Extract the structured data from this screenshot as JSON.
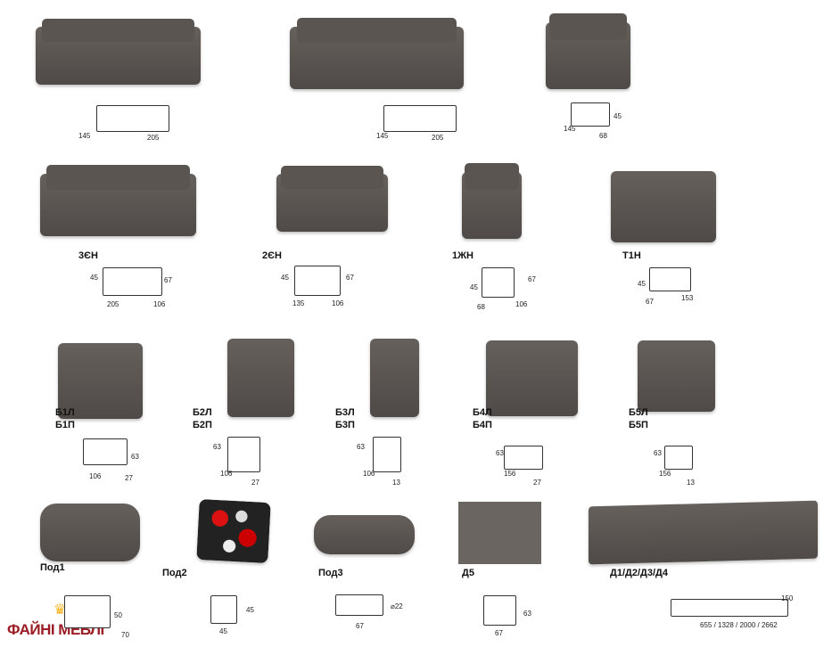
{
  "items": [
    {
      "name": "corner-sofa-1",
      "labels": [],
      "dims": [
        "145",
        "205"
      ]
    },
    {
      "name": "corner-sofa-2",
      "labels": [],
      "dims": [
        "145",
        "205"
      ]
    },
    {
      "name": "armchair",
      "labels": [],
      "dims": [
        "145",
        "68",
        "45"
      ]
    },
    {
      "name": "module-3en",
      "labels": [
        "3ЄН"
      ],
      "dims": [
        "45",
        "67",
        "205",
        "106"
      ]
    },
    {
      "name": "module-2en",
      "labels": [
        "2ЄН"
      ],
      "dims": [
        "45",
        "67",
        "135",
        "106"
      ]
    },
    {
      "name": "module-1zhn",
      "labels": [
        "1ЖН"
      ],
      "dims": [
        "45",
        "67",
        "68",
        "106"
      ]
    },
    {
      "name": "module-t1n",
      "labels": [
        "Т1Н"
      ],
      "dims": [
        "45",
        "67",
        "153"
      ]
    },
    {
      "name": "armrest-b1",
      "labels": [
        "Б1Л",
        "Б1П"
      ],
      "dims": [
        "63",
        "106",
        "27"
      ]
    },
    {
      "name": "armrest-b2",
      "labels": [
        "Б2Л",
        "Б2П"
      ],
      "dims": [
        "63",
        "106",
        "27"
      ]
    },
    {
      "name": "armrest-b3",
      "labels": [
        "Б3Л",
        "Б3П"
      ],
      "dims": [
        "63",
        "106",
        "13"
      ]
    },
    {
      "name": "armrest-b4",
      "labels": [
        "Б4Л",
        "Б4П"
      ],
      "dims": [
        "63",
        "156",
        "27"
      ]
    },
    {
      "name": "armrest-b5",
      "labels": [
        "Б5Л",
        "Б5П"
      ],
      "dims": [
        "63",
        "156",
        "13"
      ]
    },
    {
      "name": "pillow-pod1",
      "labels": [
        "Под1"
      ],
      "dims": [
        "50",
        "70"
      ]
    },
    {
      "name": "pillow-pod2",
      "labels": [
        "Под2"
      ],
      "dims": [
        "45",
        "45"
      ]
    },
    {
      "name": "pillow-pod3",
      "labels": [
        "Под3"
      ],
      "dims": [
        "⌀22",
        "67"
      ]
    },
    {
      "name": "fabric-d5",
      "labels": [
        "Д5"
      ],
      "dims": [
        "63",
        "67"
      ]
    },
    {
      "name": "mattress-d1-d4",
      "labels": [
        "Д1/Д2/Д3/Д4"
      ],
      "dims": [
        "150",
        "655 / 1328 / 2000 / 2662"
      ]
    }
  ],
  "logo": {
    "text": "ФАЙНІ МЕБЛІ"
  },
  "colors": {
    "upholstery": "#5a5451",
    "logo": "#9b1c24",
    "crown": "#f3b21b"
  }
}
